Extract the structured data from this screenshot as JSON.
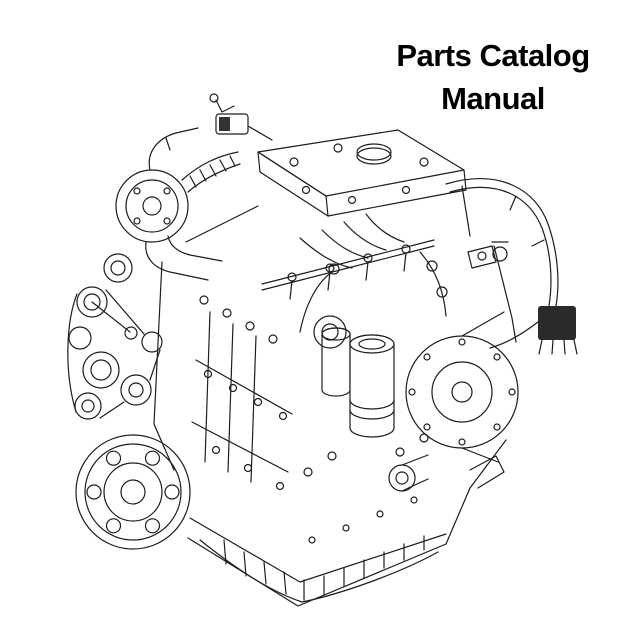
{
  "page": {
    "background": "#ffffff",
    "title": {
      "line1": "Parts Catalog",
      "line2": "Manual"
    }
  },
  "illustration": {
    "name": "diesel-engine-isometric-line-drawing",
    "description": "Black-and-white technical line drawing of a diesel engine in three-quarter view with turbocharger, belt pulleys, crankshaft damper, oil filters, ribbed oil pan, flywheel housing and a wiring harness ending in a dark connector block",
    "ink_color": "#1d1d1d",
    "connector_fill": "#2a2a2a"
  }
}
